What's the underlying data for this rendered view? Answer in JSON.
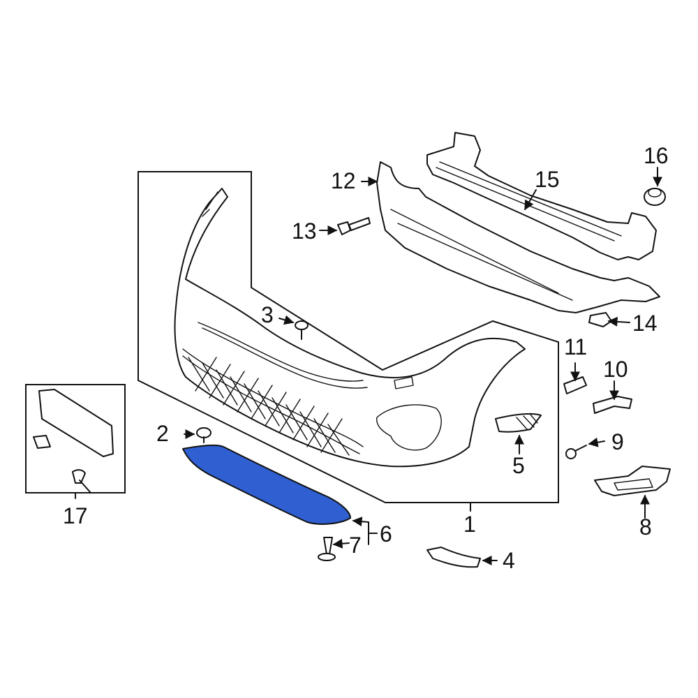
{
  "callouts": {
    "c1": "1",
    "c2": "2",
    "c3": "3",
    "c4": "4",
    "c5": "5",
    "c6": "6",
    "c7": "7",
    "c8": "8",
    "c9": "9",
    "c10": "10",
    "c11": "11",
    "c12": "12",
    "c13": "13",
    "c14": "14",
    "c15": "15",
    "c16": "16",
    "c17": "17"
  },
  "colors": {
    "highlight_part": "#2f5fd0",
    "line": "#111111",
    "background": "#ffffff"
  },
  "highlighted_callout": "6"
}
